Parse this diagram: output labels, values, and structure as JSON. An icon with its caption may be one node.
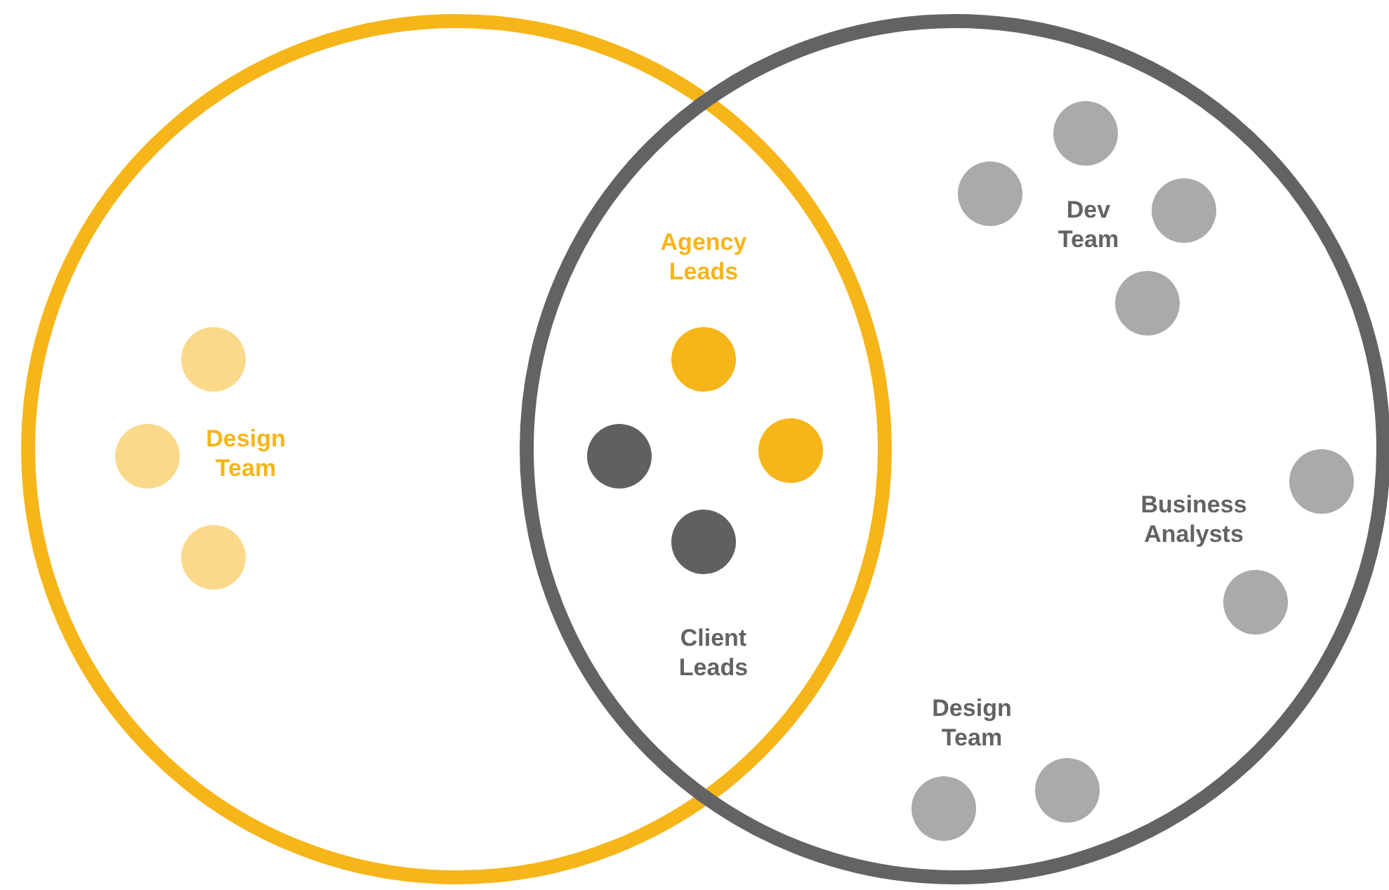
{
  "diagram": {
    "nodes": [
      {
        "text": [],
        "shape": "circle"
      },
      {
        "text": [],
        "shape": "circle"
      }
    ],
    "labels": [
      "Dev Team",
      "Agency Leads",
      "Design Team",
      "Business Analysts",
      "Client Leads",
      "Design Team"
    ]
  }
}
